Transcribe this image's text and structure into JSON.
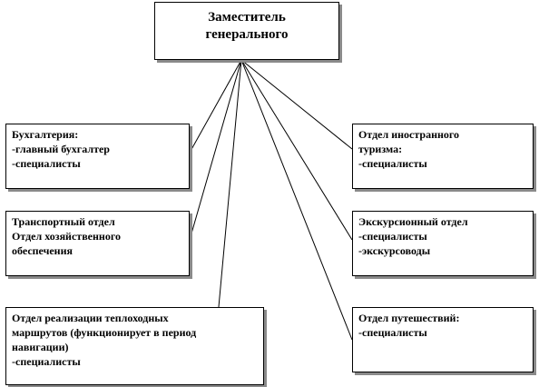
{
  "top_box": {
    "lines": [
      "Заместитель",
      "генерального"
    ]
  },
  "left_boxes": [
    {
      "id": "accounting",
      "lines": [
        "Бухгалтерия:",
        "-главный бухгалтер",
        "-специалисты"
      ]
    },
    {
      "id": "transport",
      "lines": [
        "Транспортный отдел",
        "Отдел хозяйственного",
        "обеспечения"
      ]
    },
    {
      "id": "river-cruises",
      "lines": [
        "Отдел реализации теплоходных",
        "маршрутов  (функционирует  в период",
        "навигации)",
        "-специалисты"
      ]
    }
  ],
  "right_boxes": [
    {
      "id": "foreign-tourism",
      "lines": [
        "Отдел иностранного",
        "туризма:",
        "-специалисты"
      ]
    },
    {
      "id": "excursion",
      "lines": [
        "Экскурсионный отдел",
        "-специалисты",
        "-экскурсоводы"
      ]
    },
    {
      "id": "travel",
      "lines": [
        "Отдел путешествий:",
        "-специалисты"
      ]
    }
  ],
  "colors": {
    "border": "#000000",
    "shadow": "#8a8a8a",
    "background": "#ffffff"
  }
}
